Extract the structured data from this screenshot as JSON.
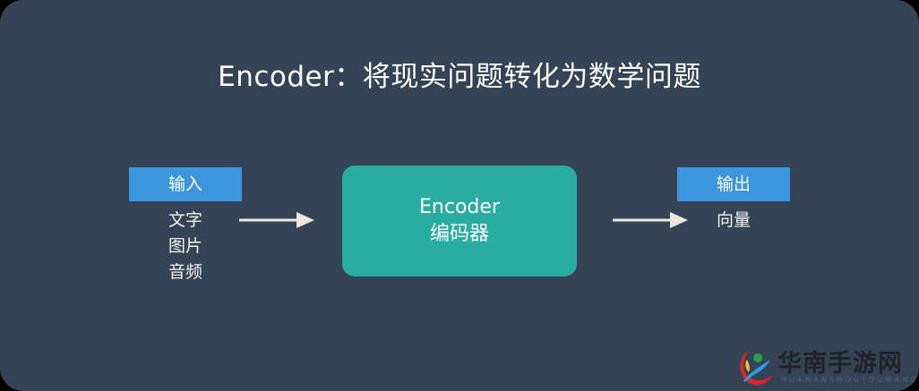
{
  "slide": {
    "title": "Encoder：将现实问题转化为数学问题",
    "background_color": "#344456"
  },
  "input": {
    "label": "输入",
    "items": [
      "文字",
      "图片",
      "音频"
    ],
    "tag_color": "#3c96dc"
  },
  "encoder": {
    "line1": "Encoder",
    "line2": "编码器",
    "color": "#2aaca1"
  },
  "output": {
    "label": "输出",
    "items": [
      "向量"
    ],
    "tag_color": "#3c96dc"
  },
  "arrows": [
    {
      "from": "input",
      "to": "encoder",
      "icon": "right-arrow-icon",
      "color": "#ece8e0"
    },
    {
      "from": "encoder",
      "to": "output",
      "icon": "right-arrow-icon",
      "color": "#ece8e0"
    }
  ],
  "watermark": {
    "name": "华南手游网",
    "subtitle": "HUANANSHOUYOUWANG"
  }
}
